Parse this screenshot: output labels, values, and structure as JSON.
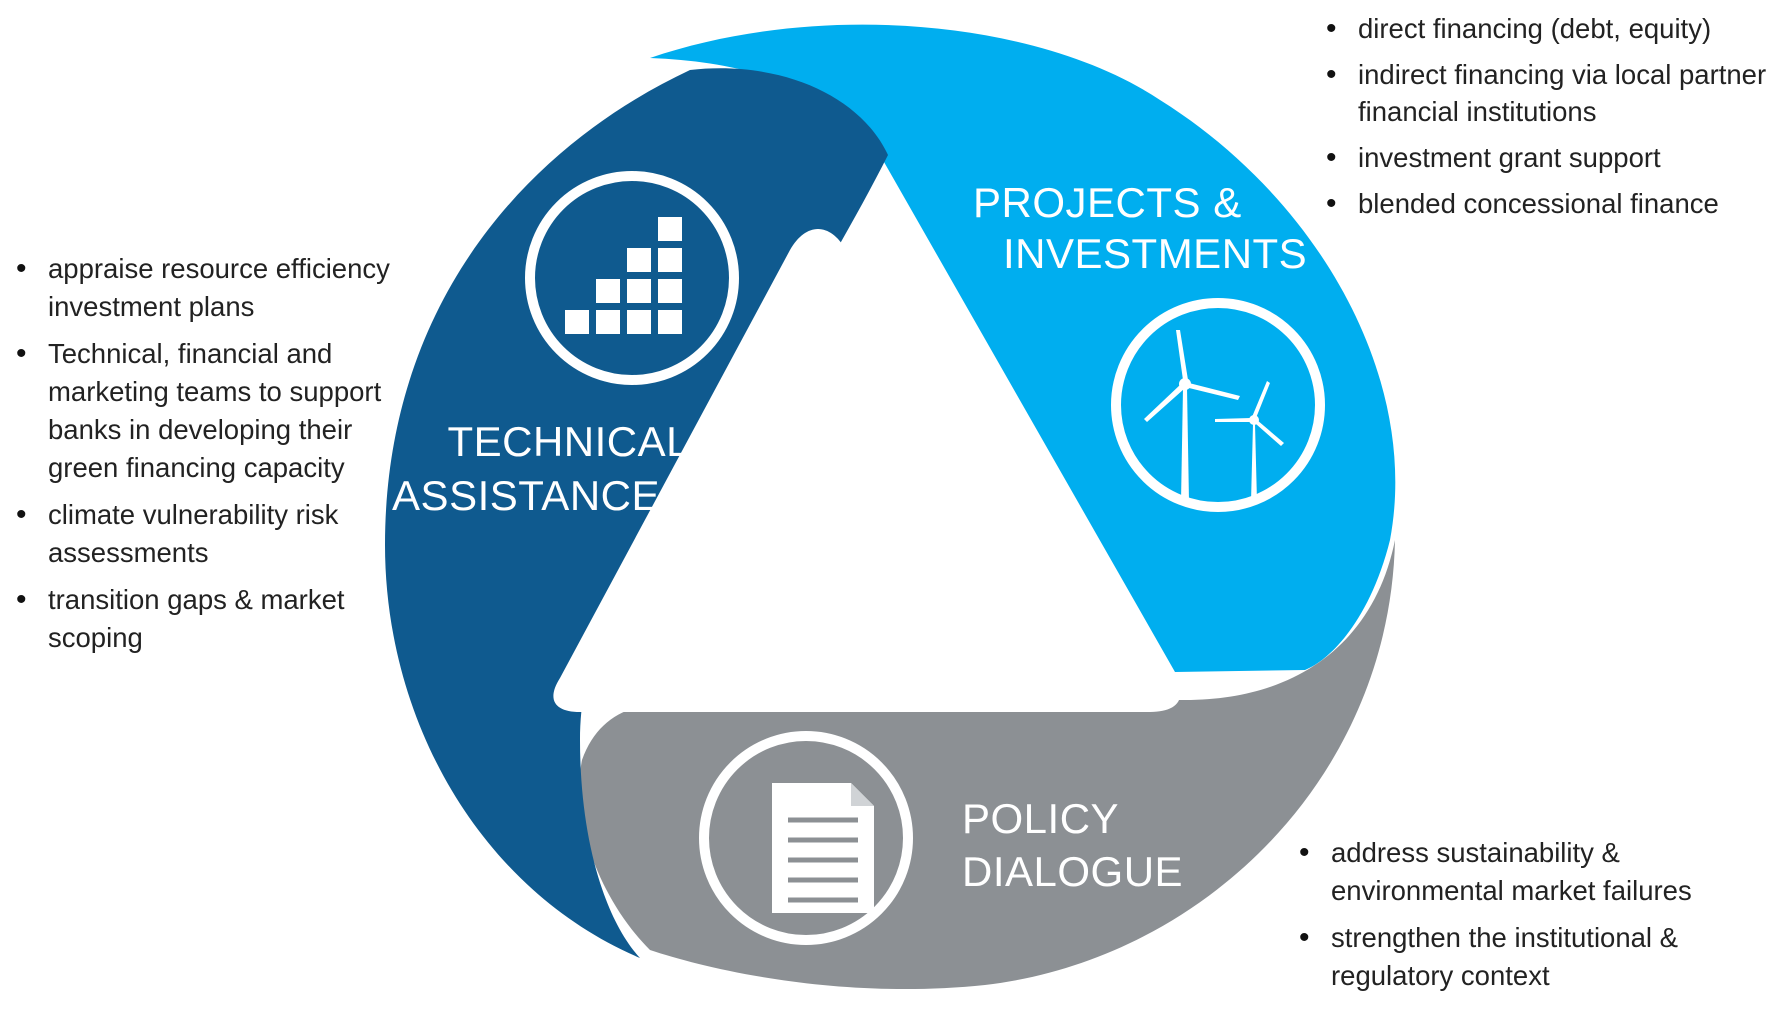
{
  "segments": {
    "technical": {
      "title_line1": "TECHNICAL",
      "title_line2": "ASSISTANCE",
      "icon": "bar-chart-icon",
      "color": "#0f5a8f"
    },
    "projects": {
      "title_line1": "PROJECTS &",
      "title_line2": "INVESTMENTS",
      "icon": "wind-turbine-icon",
      "color": "#00aeef"
    },
    "policy": {
      "title_line1": "POLICY",
      "title_line2": "DIALOGUE",
      "icon": "document-icon",
      "color": "#8c9094"
    }
  },
  "bullets": {
    "technical": [
      "appraise resource efficiency investment plans",
      "Technical, financial and marketing teams to support banks in developing their green financing capacity",
      "climate vulnerability risk assessments",
      "transition gaps & market scoping"
    ],
    "projects": [
      "direct financing (debt, equity)",
      "indirect financing via local partner financial institutions",
      "investment grant support",
      "blended concessional finance"
    ],
    "policy": [
      "address sustainability & environmental market failures",
      "strengthen the institutional & regulatory context"
    ]
  }
}
